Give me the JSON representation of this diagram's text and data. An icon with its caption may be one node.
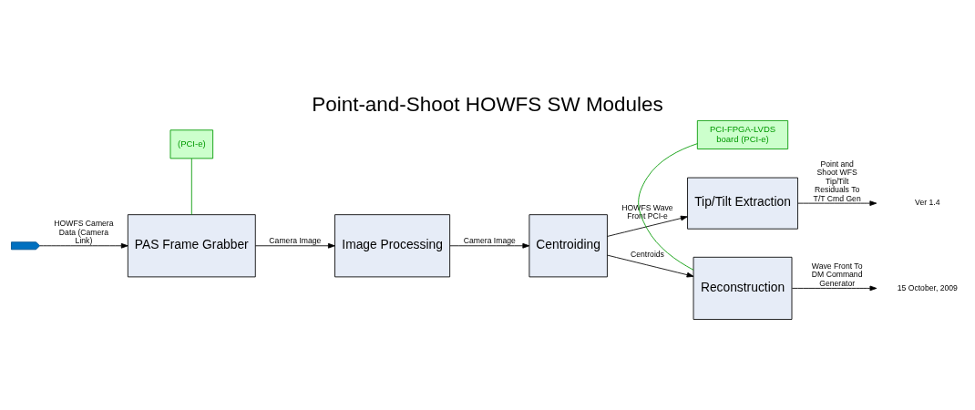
{
  "diagram": {
    "title": "Point-and-Shoot HOWFS SW Modules",
    "nodes": [
      {
        "text": [
          "PAS Frame Grabber"
        ]
      },
      {
        "text": [
          "Image Processing"
        ]
      },
      {
        "text": [
          "Centroiding"
        ]
      },
      {
        "text": [
          "Tip/Tilt Extraction"
        ]
      },
      {
        "text": [
          "Reconstruction"
        ]
      },
      {
        "text": [
          "(PCI-e)"
        ]
      },
      {
        "text": [
          "PCI-FPGA-LVDS board (PCI-e)"
        ]
      },
      {
        "text": [],
        "shape": "pentagon"
      }
    ],
    "edges": [
      {
        "from": 7,
        "to": 0,
        "arrow": "to",
        "label": "HOWFS Camera Data (Camera Link)"
      },
      {
        "from": 0,
        "to": 1,
        "arrow": "to",
        "label": "Camera Image"
      },
      {
        "from": 1,
        "to": 2,
        "arrow": "to",
        "label": "Camera Image"
      },
      {
        "from": 2,
        "to": 4,
        "arrow": "to",
        "label": "Centroids"
      },
      {
        "from": 2,
        "to": 3,
        "arrow": "to",
        "label": "HOWFS Wave Front PCI-e"
      },
      {
        "from": 3,
        "to": null,
        "arrow": "to",
        "label": "Point and Shoot WFS Tip/Tilt Residuals To T/T Cmd Gen"
      },
      {
        "from": 4,
        "to": null,
        "arrow": "to",
        "label": "Wave Front To DM Command Generator"
      },
      {
        "from": 5,
        "to": 0,
        "arrow": "none",
        "color": "#009900"
      },
      {
        "from": 6,
        "to": 4,
        "arrow": "none",
        "color": "#009900"
      }
    ],
    "labels": [
      "Ver 1.4",
      "15 October, 2009"
    ]
  }
}
